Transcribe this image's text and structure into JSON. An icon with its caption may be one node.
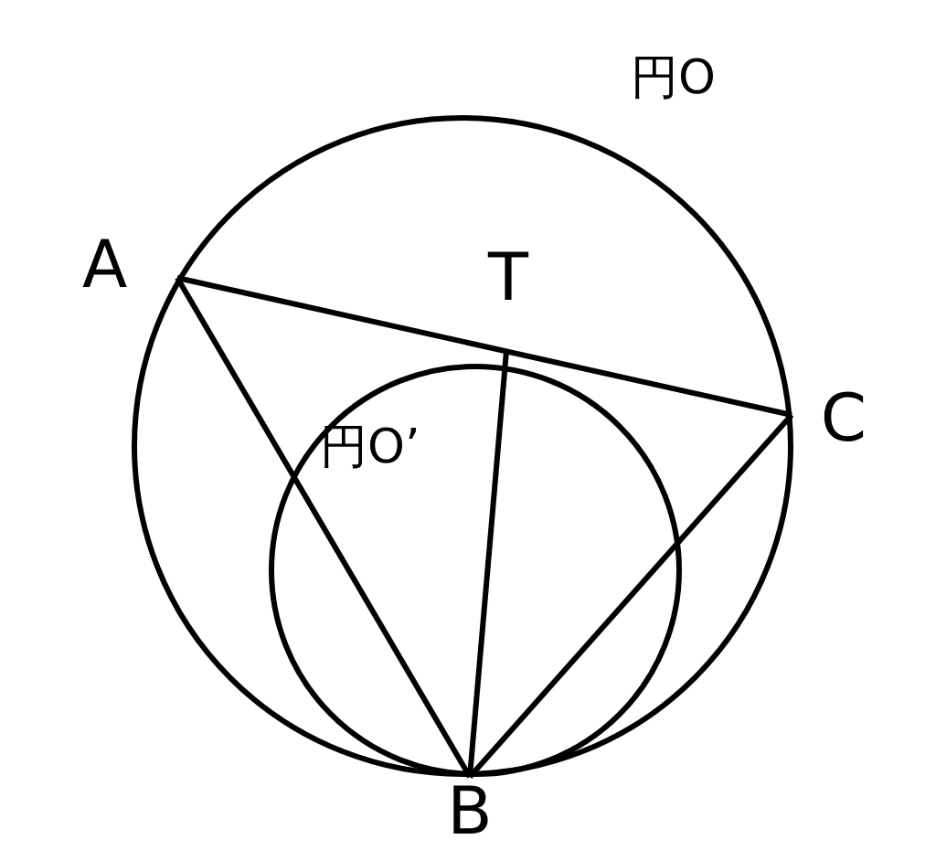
{
  "diagram": {
    "nodes": [
      {
        "text": [
          "円O"
        ]
      },
      {
        "text": [
          "円O’"
        ]
      },
      {
        "text": [
          "A"
        ]
      },
      {
        "text": [
          "T"
        ]
      },
      {
        "text": [
          "C"
        ]
      },
      {
        "text": [
          "B"
        ]
      }
    ],
    "edges": [
      {
        "from": 2,
        "to": 4,
        "arrow": "none"
      },
      {
        "from": 2,
        "to": 5,
        "arrow": "none"
      },
      {
        "from": 3,
        "to": 5,
        "arrow": "none"
      },
      {
        "from": 5,
        "to": 4,
        "arrow": "none"
      }
    ]
  }
}
